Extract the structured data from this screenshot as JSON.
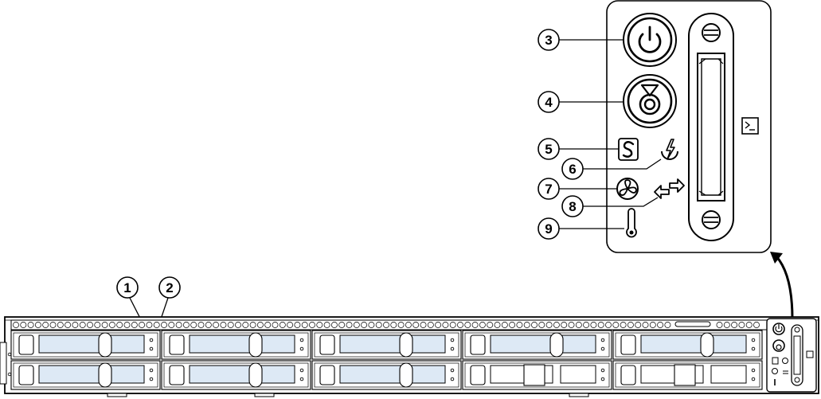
{
  "figure": {
    "callouts": [
      {
        "label": "1",
        "target": "drive-bay-status-led"
      },
      {
        "label": "2",
        "target": "drive-bay-activity-led"
      },
      {
        "label": "3",
        "target": "power-button"
      },
      {
        "label": "4",
        "target": "unit-identification-button"
      },
      {
        "label": "5",
        "target": "system-status-led"
      },
      {
        "label": "6",
        "target": "power-status-led"
      },
      {
        "label": "7",
        "target": "fan-status-led"
      },
      {
        "label": "8",
        "target": "network-link-led"
      },
      {
        "label": "9",
        "target": "temperature-status-led"
      }
    ],
    "drive_bays": {
      "rows": 2,
      "columns": 5
    },
    "icons": {
      "power": "power-icon",
      "identify": "identify-icon",
      "system": "system-s-icon",
      "power_status": "power-status-icon",
      "fan": "fan-icon",
      "network": "network-arrows-icon",
      "temperature": "thermometer-icon",
      "console": "console-prompt-icon"
    },
    "colors": {
      "line": "#000000",
      "panel": "#ffffff",
      "drive_window": "#dde9f5",
      "bezel": "#f2f2f2"
    }
  }
}
